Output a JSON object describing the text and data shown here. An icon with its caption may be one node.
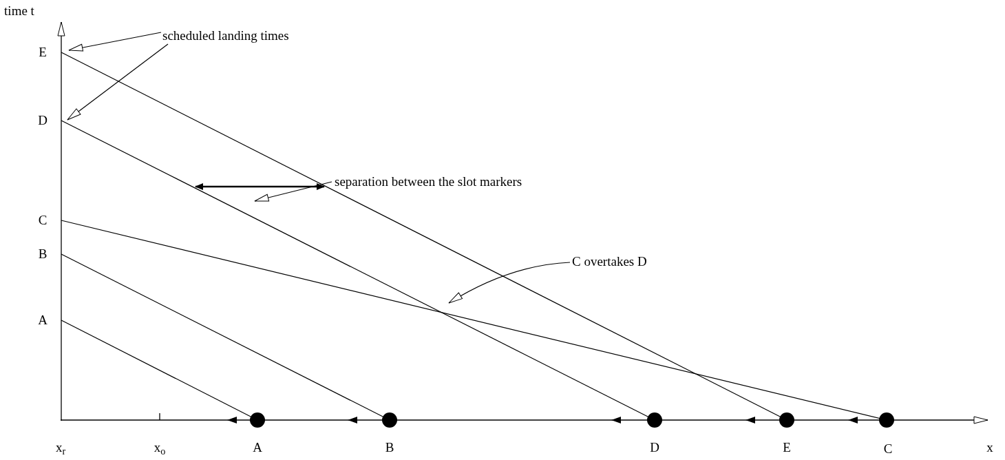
{
  "diagram": {
    "nodes": [
      {
        "text": [
          "scheduled landing times"
        ]
      },
      {
        "text": [
          "separation between the slot markers"
        ]
      },
      {
        "text": [
          "C overtakes D"
        ]
      }
    ],
    "edges": [
      {
        "from": 0,
        "to": null,
        "arrow": "to"
      },
      {
        "from": 0,
        "to": null,
        "arrow": "to"
      },
      {
        "from": 1,
        "to": null,
        "arrow": "to"
      },
      {
        "from": 2,
        "to": null,
        "arrow": "to"
      }
    ],
    "labels": [
      "time t",
      "E",
      "D",
      "C",
      "B",
      "A",
      "x$_{r}$",
      "x$_{o}$",
      "A",
      "B",
      "D",
      "E",
      "C",
      "x"
    ]
  }
}
